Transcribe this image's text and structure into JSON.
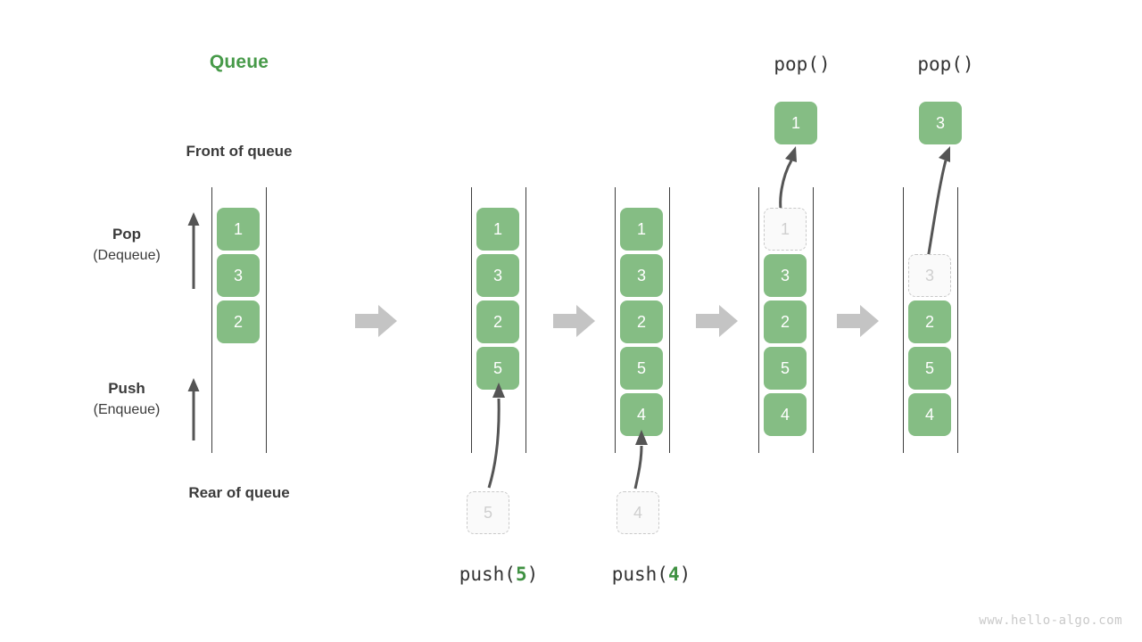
{
  "diagram": {
    "title": "Queue",
    "title_color": "#479a49",
    "accent_color": "#85bd84",
    "ghost_color": "#cfcfcf",
    "watermark": "www.hello-algo.com",
    "labels": {
      "front_of_queue": "Front of queue",
      "rear_of_queue": "Rear of queue",
      "pop_name": "Pop",
      "pop_alt": "(Dequeue)",
      "push_name": "Push",
      "push_alt": "(Enqueue)"
    },
    "captions": {
      "push5_prefix": "push(",
      "push5_value": "5",
      "push5_suffix": ")",
      "push4_prefix": "push(",
      "push4_value": "4",
      "push4_suffix": ")",
      "pop_first": "pop()",
      "pop_second": "pop()"
    },
    "steps": [
      {
        "id": "initial",
        "caption": "",
        "cells": [
          {
            "value": "1",
            "state": "filled"
          },
          {
            "value": "3",
            "state": "filled"
          },
          {
            "value": "2",
            "state": "filled"
          }
        ],
        "incoming": null,
        "outgoing": null
      },
      {
        "id": "push-5",
        "caption": "push(5)",
        "cells": [
          {
            "value": "1",
            "state": "filled"
          },
          {
            "value": "3",
            "state": "filled"
          },
          {
            "value": "2",
            "state": "filled"
          },
          {
            "value": "5",
            "state": "filled"
          }
        ],
        "incoming": {
          "value": "5",
          "state": "ghost"
        },
        "outgoing": null
      },
      {
        "id": "push-4",
        "caption": "push(4)",
        "cells": [
          {
            "value": "1",
            "state": "filled"
          },
          {
            "value": "3",
            "state": "filled"
          },
          {
            "value": "2",
            "state": "filled"
          },
          {
            "value": "5",
            "state": "filled"
          },
          {
            "value": "4",
            "state": "filled"
          }
        ],
        "incoming": {
          "value": "4",
          "state": "ghost"
        },
        "outgoing": null
      },
      {
        "id": "pop-1",
        "caption": "pop()",
        "cells": [
          {
            "value": "1",
            "state": "ghost"
          },
          {
            "value": "3",
            "state": "filled"
          },
          {
            "value": "2",
            "state": "filled"
          },
          {
            "value": "5",
            "state": "filled"
          },
          {
            "value": "4",
            "state": "filled"
          }
        ],
        "incoming": null,
        "outgoing": {
          "value": "1",
          "state": "filled"
        }
      },
      {
        "id": "pop-3",
        "caption": "pop()",
        "cells": [
          {
            "value": "3",
            "state": "ghost"
          },
          {
            "value": "2",
            "state": "filled"
          },
          {
            "value": "5",
            "state": "filled"
          },
          {
            "value": "4",
            "state": "filled"
          }
        ],
        "incoming": null,
        "outgoing": {
          "value": "3",
          "state": "filled"
        }
      }
    ]
  }
}
